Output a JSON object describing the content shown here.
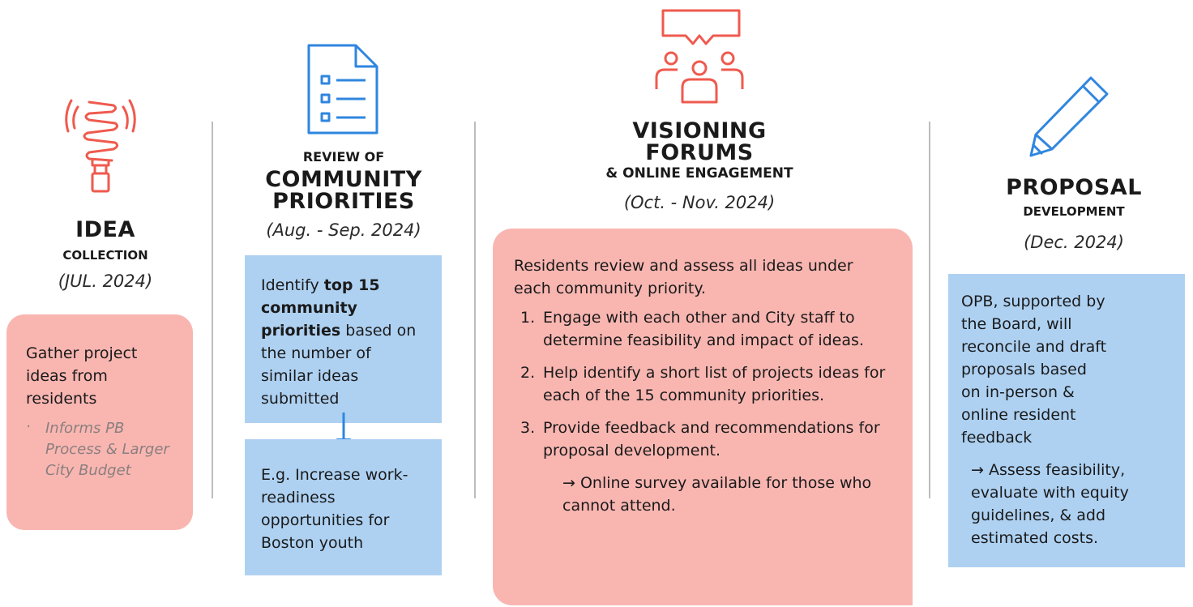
{
  "col1": {
    "title_big": "IDEA",
    "title_small": "COLLECTION",
    "date": "(JUL. 2024)",
    "card_text": "Gather project ideas from residents",
    "sub_bullet": "Informs PB Process & Larger City Budget"
  },
  "col2": {
    "title_small": "REVIEW OF",
    "title_big_1": "COMMUNITY",
    "title_big_2": "PRIORITIES",
    "date": "(Aug. - Sep. 2024)",
    "card_pre": "Identify ",
    "card_bold": "top 15 community priorities",
    "card_post": " based on the number of similar ideas submitted",
    "example": "E.g. Increase work-readiness opportunities for Boston youth"
  },
  "col3": {
    "title_big_1": "VISIONING",
    "title_big_2": "FORUMS",
    "title_small": "& ONLINE ENGAGEMENT",
    "date": "(Oct. - Nov. 2024)",
    "intro": "Residents review and assess all ideas under each community priority.",
    "steps": [
      {
        "num": "1.",
        "text": "Engage with each other and City staff to determine feasibility and impact of ideas."
      },
      {
        "num": "2.",
        "text": "Help identify a short list of projects ideas for each of the 15 community priorities."
      },
      {
        "num": "3.",
        "text": "Provide feedback and recommendations for proposal development."
      }
    ],
    "note": "→ Online survey available for those who cannot attend."
  },
  "col4": {
    "title_big": "PROPOSAL",
    "title_small": "DEVELOPMENT",
    "date": "(Dec. 2024)",
    "card_text": "OPB, supported by the Board, will reconcile and draft proposals based on in-person & online resident feedback",
    "note": "→ Assess feasibility, evaluate with equity guidelines, & add estimated costs."
  },
  "colors": {
    "red_accent": "#ef5a4e",
    "blue_accent": "#2f86df",
    "red_card": "#f9b6b1",
    "blue_card": "#aed1f2"
  },
  "icons": [
    "lightbulb-icon",
    "document-list-icon",
    "forum-people-icon",
    "pencil-icon"
  ]
}
